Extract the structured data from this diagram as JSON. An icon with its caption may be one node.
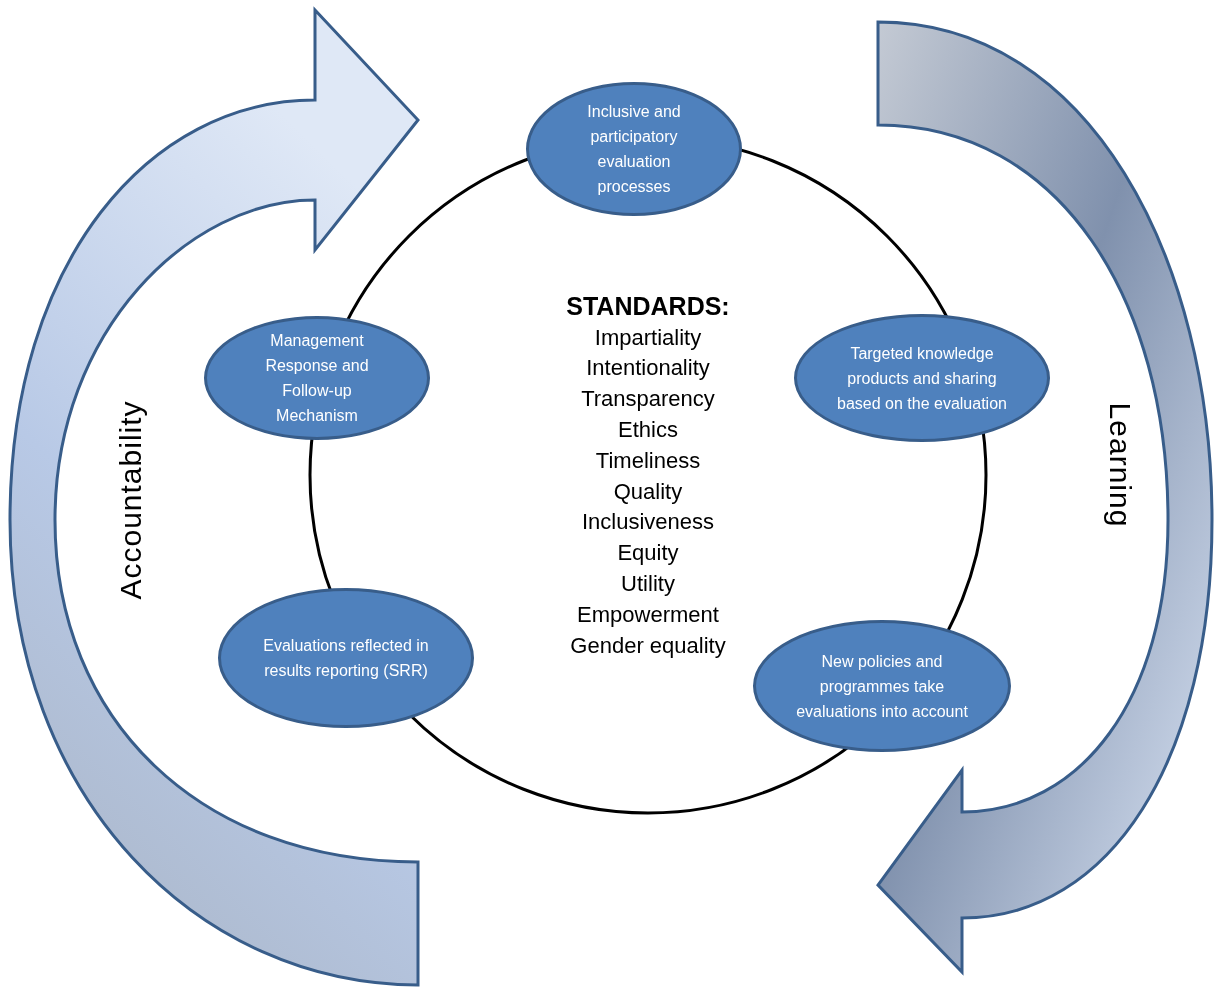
{
  "diagram": {
    "nodes": [
      {
        "text": [
          "STANDARDS:",
          "Impartiality",
          "Intentionality",
          "Transparency",
          "Ethics",
          "Timeliness",
          "Quality",
          "Inclusiveness",
          "Equity",
          "Utility",
          "Empowerment",
          "Gender equality"
        ]
      },
      {
        "text": [
          "Inclusive and participatory evaluation processes"
        ]
      },
      {
        "text": [
          "Targeted knowledge products and sharing based on the evaluation"
        ]
      },
      {
        "text": [
          "New policies and programmes take evaluations into account"
        ]
      },
      {
        "text": [
          "Evaluations reflected in results reporting (SRR)"
        ]
      },
      {
        "text": [
          "Management Response and Follow-up Mechanism"
        ]
      }
    ],
    "labels": [
      "Accountability",
      "Learning"
    ]
  }
}
